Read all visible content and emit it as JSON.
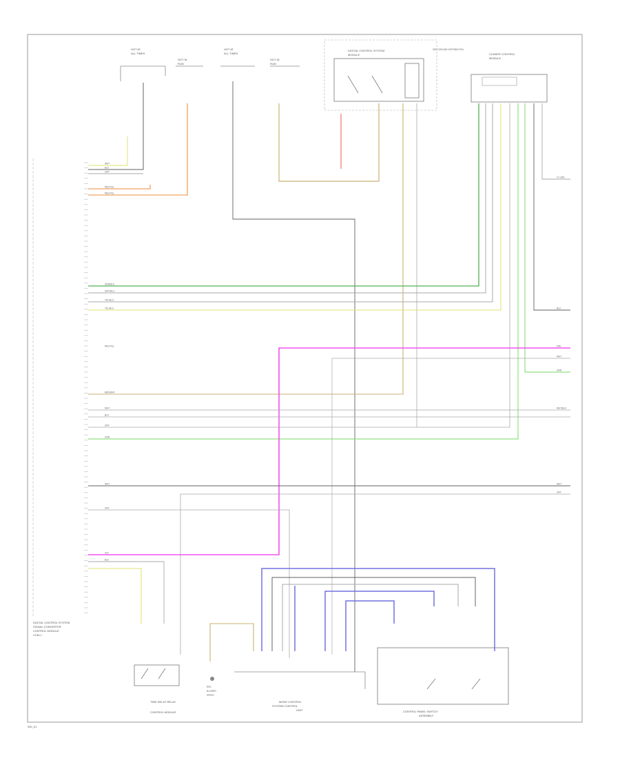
{
  "diagram": {
    "components": {
      "module_left": [
        "DIGITAL CONTROL SYSTEM",
        "SIGNAL CONVERTER",
        "CONTROL MODULE",
        "CCM-J"
      ],
      "top_fuse_1": [
        "HOT AT",
        "ALL TIMES"
      ],
      "top_fuse_2": [
        "HOT IN",
        "RUN"
      ],
      "top_fuse_3": [
        "HOT AT",
        "ALL TIMES"
      ],
      "top_fuse_4": [
        "HOT IN",
        "RUN"
      ],
      "top_relay_box": [
        "DIGITAL CONTROL SYSTEM",
        "MODULE"
      ],
      "top_right_module": [
        "CLIMATE CONTROL",
        "MODULE"
      ],
      "side_note": "SEE GROUND DISTRIBUTION",
      "bottom_left": [
        "TIME DELAY RELAY",
        "CONTROL MODULE"
      ],
      "bottom_center_small": [
        "RES",
        "BLOWER",
        "SPEED"
      ],
      "bottom_center": [
        "MODE CONTROL",
        "SYSTEM CONTROL",
        "UNIT"
      ],
      "bottom_right": [
        "CONTROL PANEL SWITCH",
        "ASSEMBLY"
      ],
      "footer": "WD_01"
    },
    "wire_labels": [
      "WHT",
      "BLK",
      "GRY",
      "RED/YEL",
      "BRN/BLK",
      "GRN/BLK",
      "GRY/BLU",
      "YEL/BLU",
      "VIO",
      "BRN/WHT",
      "PNK",
      "GRN",
      "BLU",
      "WHT/BLK",
      "BLK/YEL",
      "LT GRN"
    ],
    "colors": {
      "gray": "#a8a8a8",
      "orange": "#f0a060",
      "tan": "#c8b070",
      "green": "#50b050",
      "light_green": "#90e080",
      "yellow": "#e0e070",
      "magenta": "#f050f0",
      "blue": "#7070e0",
      "red": "#f07070",
      "dark": "#606060"
    }
  }
}
